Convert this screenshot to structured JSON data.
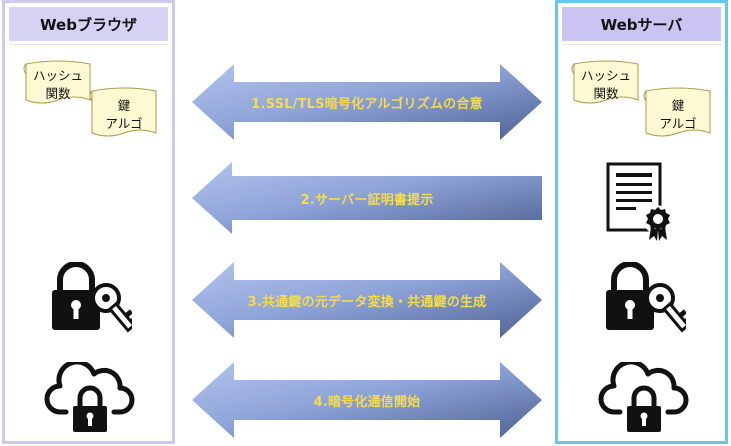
{
  "browser": {
    "title": "Webブラウザ",
    "hash_label_1": "ハッシュ",
    "hash_label_2": "関数",
    "key_label_1": "鍵",
    "key_label_2": "アルゴ",
    "icons": [
      "hash-scroll-icon",
      "key-algorithm-scroll-icon",
      "lock-key-icon",
      "cloud-lock-icon"
    ]
  },
  "server": {
    "title": "Webサーバ",
    "hash_label_1": "ハッシュ",
    "hash_label_2": "関数",
    "key_label_1": "鍵",
    "key_label_2": "アルゴ",
    "icons": [
      "hash-scroll-icon",
      "key-algorithm-scroll-icon",
      "certificate-icon",
      "lock-key-icon",
      "cloud-lock-icon"
    ]
  },
  "steps": [
    {
      "label": "1.SSL/TLS暗号化アルゴリズムの合意",
      "direction": "both"
    },
    {
      "label": "2.サーバー証明書提示",
      "direction": "left"
    },
    {
      "label": "3.共通鍵の元データ変換・共通鍵の生成",
      "direction": "both"
    },
    {
      "label": "4.暗号化通信開始",
      "direction": "both"
    }
  ],
  "colors": {
    "arrow_light": "#a8bbe8",
    "arrow_dark": "#4f6397",
    "label": "#f6dc48",
    "browser_border": "#cfc9ee",
    "server_border": "#67c5ee",
    "scroll_fill": "#fdf9d2"
  }
}
